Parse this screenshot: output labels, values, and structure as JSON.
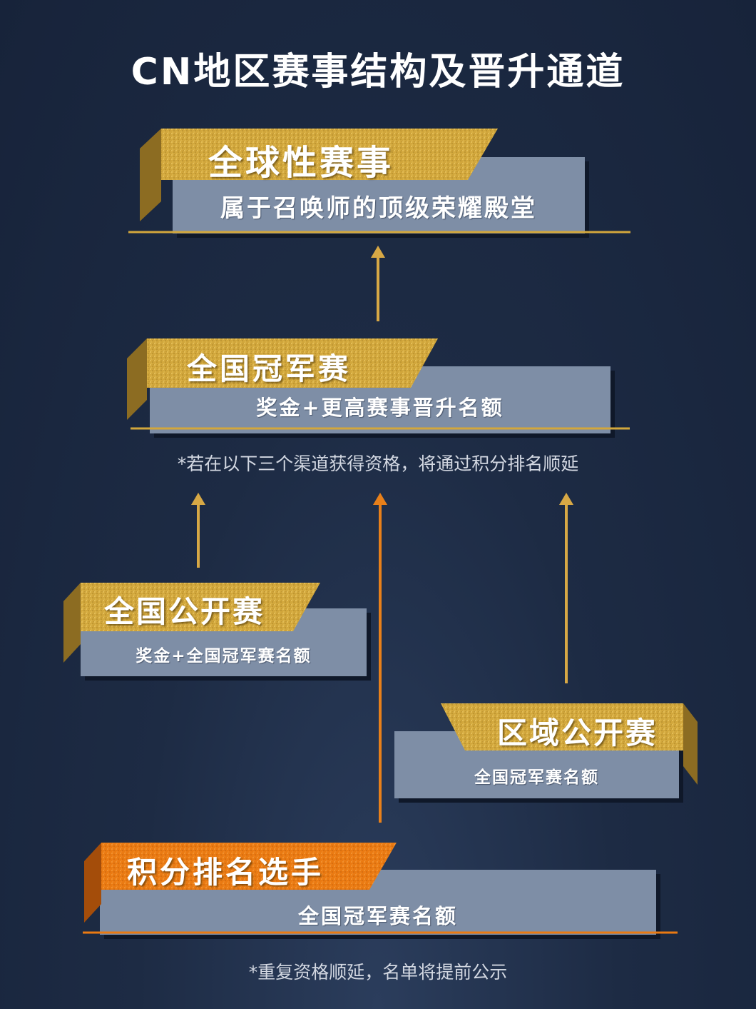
{
  "title": "CN地区赛事结构及晋升通道",
  "colors": {
    "background": "#1d2b44",
    "gold": "#d2a73c",
    "gold_dark": "#8c6c22",
    "orange": "#ea7a12",
    "orange_dark": "#a44d0a",
    "slate": "#7e8ea6",
    "arrow_gold": "#d7a845",
    "arrow_orange": "#e8801a"
  },
  "tiers": [
    {
      "id": "global",
      "title": "全球性赛事",
      "subtitle": "属于召唤师的顶级荣耀殿堂",
      "accent": "gold"
    },
    {
      "id": "national-championship",
      "title": "全国冠军赛",
      "subtitle": "奖金+更高赛事晋升名额",
      "accent": "gold"
    },
    {
      "id": "national-open",
      "title": "全国公开赛",
      "subtitle": "奖金+全国冠军赛名额",
      "accent": "gold"
    },
    {
      "id": "regional-open",
      "title": "区域公开赛",
      "subtitle": "全国冠军赛名额",
      "accent": "gold"
    },
    {
      "id": "ranked-players",
      "title": "积分排名选手",
      "subtitle": "全国冠军赛名额",
      "accent": "orange"
    }
  ],
  "notes": {
    "qualification": "*若在以下三个渠道获得资格，将通过积分排名顺延",
    "bottom": "*重复资格顺延，名单将提前公示"
  },
  "icons": [
    "arrow-up-icon"
  ]
}
